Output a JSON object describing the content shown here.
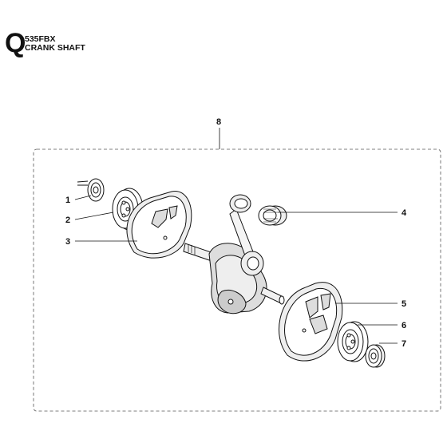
{
  "header": {
    "section_letter": "Q",
    "model": "535FBX",
    "title": "CRANK SHAFT"
  },
  "callouts": {
    "c1": "1",
    "c2": "2",
    "c3": "3",
    "c4": "4",
    "c5": "5",
    "c6": "6",
    "c7": "7",
    "c8": "8"
  }
}
